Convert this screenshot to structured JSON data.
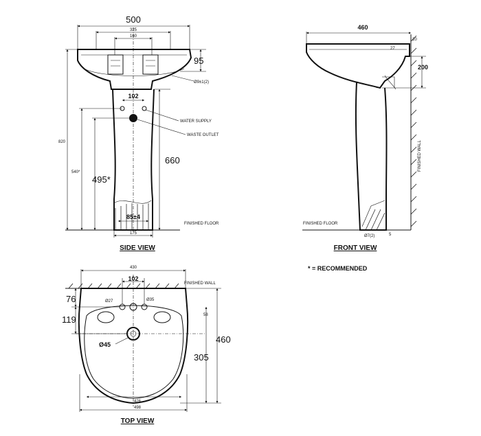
{
  "side_view": {
    "title": "SIDE VIEW",
    "width_overall": "500",
    "width_inner": "325",
    "width_tap": "160",
    "height_bowl": "95",
    "hole": "Ø9±1(2)",
    "pipe_spacing": "102",
    "water_supply": "WATER SUPPLY",
    "waste_outlet": "WASTE OUTLET",
    "height_total": "820",
    "height_pedestal": "660",
    "height_540": "540*",
    "height_495": "495*",
    "base_width": "85±4",
    "base_small": "175",
    "finished_floor": "FINISHED FLOOR"
  },
  "front_view": {
    "title": "FRONT VIEW",
    "depth": "460",
    "dim_20": "20",
    "dim_27": "27",
    "height_200": "200",
    "finished_wall": "FINISHED WALL",
    "finished_floor": "FINISHED FLOOR",
    "floor_hole": "Ø7(2)",
    "dim_5": "5"
  },
  "recommended_note": "* = RECOMMENDED",
  "top_view": {
    "title": "TOP VIEW",
    "width_430": "430",
    "spacing_102": "102",
    "finished_wall": "FINISHED WALL",
    "dim_76": "76",
    "dim_119": "119",
    "hole_27": "Ø27",
    "hole_35": "Ø35",
    "dim_58": "58",
    "drain": "Ø45",
    "depth_460": "460",
    "depth_305": "305",
    "width_426": "426",
    "width_498": "498"
  }
}
